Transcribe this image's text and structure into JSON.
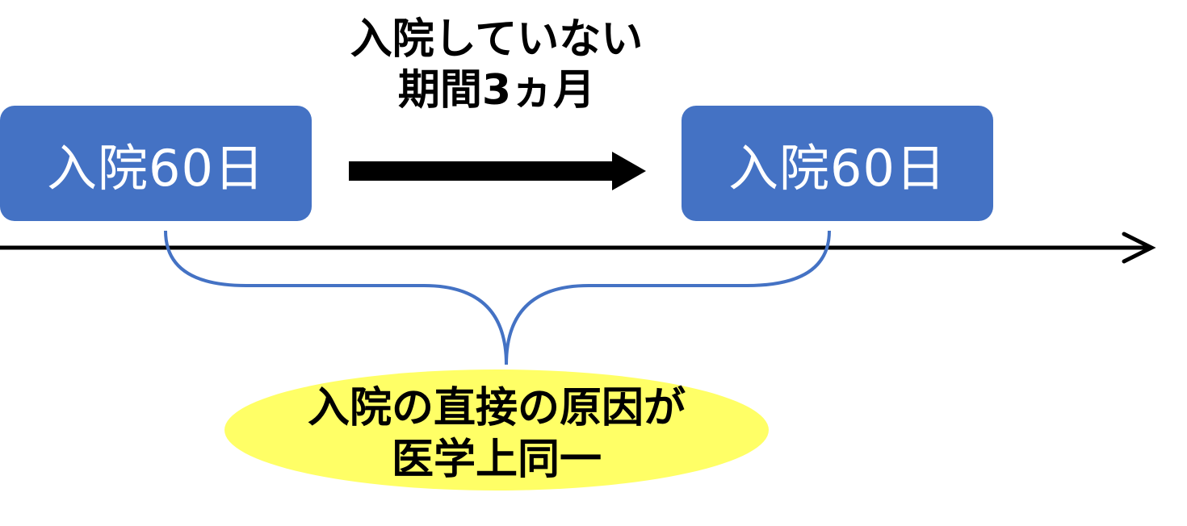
{
  "first_stay": {
    "label": "入院60日"
  },
  "second_stay": {
    "label": "入院60日"
  },
  "gap": {
    "line1": "入院していない",
    "line2": "期間3ヵ月"
  },
  "cause": {
    "line1": "入院の直接の原因が",
    "line2": "医学上同一"
  },
  "colors": {
    "box_fill": "#4472c4",
    "box_text": "#ffffff",
    "brace": "#4472c4",
    "ellipse_fill": "#ffff66",
    "text": "#000000"
  }
}
